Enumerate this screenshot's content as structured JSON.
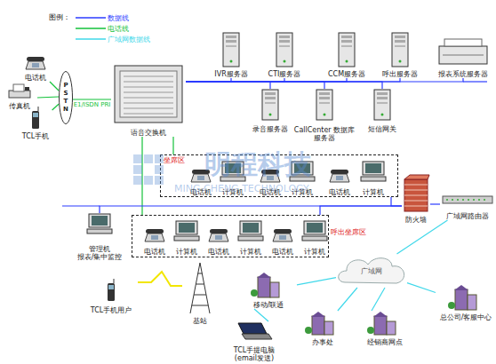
{
  "diagram": {
    "nodes": [
      {
        "text": [
          "电话机"
        ]
      },
      {
        "text": [
          "传真机"
        ]
      },
      {
        "text": [
          "TCL手机"
        ]
      },
      {
        "text": [
          "PSTN"
        ]
      },
      {
        "text": [
          "语音交换机"
        ]
      },
      {
        "text": [
          "IVR服务器"
        ]
      },
      {
        "text": [
          "CTI服务器"
        ]
      },
      {
        "text": [
          "CCM服务器"
        ]
      },
      {
        "text": [
          "呼出服务器"
        ]
      },
      {
        "text": [
          "报表系统服务器"
        ]
      },
      {
        "text": [
          "录音服务器"
        ]
      },
      {
        "text": [
          "CallCenter 数据库服务器"
        ]
      },
      {
        "text": [
          "短信网关"
        ]
      },
      {
        "text": [
          "坐席区"
        ]
      },
      {
        "text": [
          "电话机"
        ],
        "in": 13
      },
      {
        "text": [
          "计算机"
        ],
        "in": 13
      },
      {
        "text": [
          "电话机"
        ],
        "in": 13
      },
      {
        "text": [
          "计算机"
        ],
        "in": 13
      },
      {
        "text": [
          "电话机"
        ],
        "in": 13
      },
      {
        "text": [
          "计算机"
        ],
        "in": 13
      },
      {
        "text": [
          "防火墙"
        ]
      },
      {
        "text": [
          "广域网路由器"
        ]
      },
      {
        "text": [
          "管理机",
          "报表/集中监控"
        ]
      },
      {
        "text": [
          "呼出坐席区"
        ]
      },
      {
        "text": [
          "电话机"
        ],
        "in": 23
      },
      {
        "text": [
          "计算机"
        ],
        "in": 23
      },
      {
        "text": [
          "电话机"
        ],
        "in": 23
      },
      {
        "text": [
          "计算机"
        ],
        "in": 23
      },
      {
        "text": [
          "电话机"
        ],
        "in": 23
      },
      {
        "text": [
          "计算机"
        ],
        "in": 23
      },
      {
        "text": [
          "广域网"
        ]
      },
      {
        "text": [
          "TCL手机用户"
        ]
      },
      {
        "text": [
          "基站"
        ]
      },
      {
        "text": [
          "移动/联通"
        ]
      },
      {
        "text": [
          "办事处"
        ]
      },
      {
        "text": [
          "经销商网点"
        ]
      },
      {
        "text": [
          "总公司/客服中心"
        ]
      },
      {
        "text": [
          "TCL手提电脑",
          "(email发送)"
        ]
      }
    ],
    "edges": [
      {
        "from": 0,
        "to": 3,
        "arrow": "none"
      },
      {
        "from": 1,
        "to": 3,
        "arrow": "none"
      },
      {
        "from": 2,
        "to": 3,
        "arrow": "none"
      },
      {
        "from": 3,
        "to": 4,
        "label": "E1/ISDN PRI",
        "arrow": "none"
      },
      {
        "from": 4,
        "to": 5,
        "arrow": "none"
      },
      {
        "from": 4,
        "to": 6,
        "arrow": "none"
      },
      {
        "from": 4,
        "to": 7,
        "arrow": "none"
      },
      {
        "from": 4,
        "to": 8,
        "arrow": "none"
      },
      {
        "from": 4,
        "to": 9,
        "arrow": "none"
      },
      {
        "from": 4,
        "to": 10,
        "arrow": "none"
      },
      {
        "from": 4,
        "to": 11,
        "arrow": "none"
      },
      {
        "from": 4,
        "to": 12,
        "arrow": "none"
      },
      {
        "from": 4,
        "to": 13,
        "arrow": "none"
      },
      {
        "from": 4,
        "to": 23,
        "arrow": "none"
      },
      {
        "from": 13,
        "to": 20,
        "arrow": "none"
      },
      {
        "from": 23,
        "to": 20,
        "arrow": "none"
      },
      {
        "from": 22,
        "to": 20,
        "arrow": "none"
      },
      {
        "from": 20,
        "to": 21,
        "arrow": "none"
      },
      {
        "from": 21,
        "to": 30,
        "arrow": "none"
      },
      {
        "from": 30,
        "to": 33,
        "arrow": "none"
      },
      {
        "from": 30,
        "to": 34,
        "arrow": "none"
      },
      {
        "from": 30,
        "to": 35,
        "arrow": "none"
      },
      {
        "from": 30,
        "to": 36,
        "arrow": "none"
      },
      {
        "from": 37,
        "to": 33,
        "arrow": "none"
      },
      {
        "from": 31,
        "to": 32,
        "arrow": "none"
      }
    ],
    "labels": [
      "图例：",
      "明程科技",
      "MING CHENG TECHNOLOGY"
    ],
    "legend": [
      {
        "text": "数据线"
      },
      {
        "text": "电话线"
      },
      {
        "text": "广域网数据线"
      }
    ]
  }
}
